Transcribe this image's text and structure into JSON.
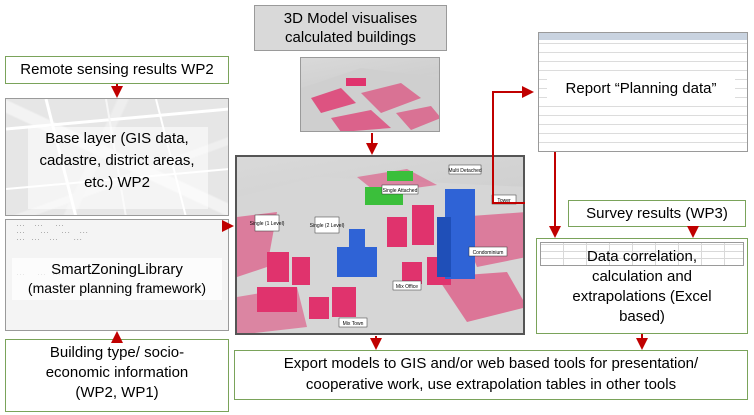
{
  "title_box": {
    "line1": "3D Model visualises",
    "line2": "calculated buildings"
  },
  "remote_sensing": {
    "label": "Remote sensing results WP2"
  },
  "base_layer": {
    "line1": "Base layer (GIS data,",
    "line2": "cadastre, district areas,",
    "line3": "etc.) WP2"
  },
  "library": {
    "line1": "SmartZoningLibrary",
    "line2": "(master planning framework)"
  },
  "building_type": {
    "line1": "Building type/ socio-",
    "line2": "economic information",
    "line3": "(WP2, WP1)"
  },
  "report": {
    "label": "Report “Planning data”"
  },
  "survey": {
    "label": "Survey results (WP3)"
  },
  "correlation": {
    "line1": "Data correlation,",
    "line2": "calculation and",
    "line3": "extrapolations (Excel",
    "line4": "based)"
  },
  "export": {
    "line1": "Export models to GIS and/or web based tools for presentation/",
    "line2": "cooperative work, use extrapolation tables in other tools"
  },
  "model_labels": {
    "multi_detached": "Multi Detached",
    "single_attached": "Single Attached",
    "single_1": "Single (1 Level)",
    "single_2": "Single (2 Level)",
    "tower": "Tower",
    "condominium": "Condominium",
    "mix_office": "Mix Office",
    "mix_town": "Mix Town"
  },
  "colors": {
    "arrow": "#c00000",
    "box_border": "#7aa35a",
    "title_bg": "#d9d9d9",
    "building_pink": "#e0336d",
    "building_blue": "#2f63d6",
    "building_green": "#3bbf3b"
  }
}
